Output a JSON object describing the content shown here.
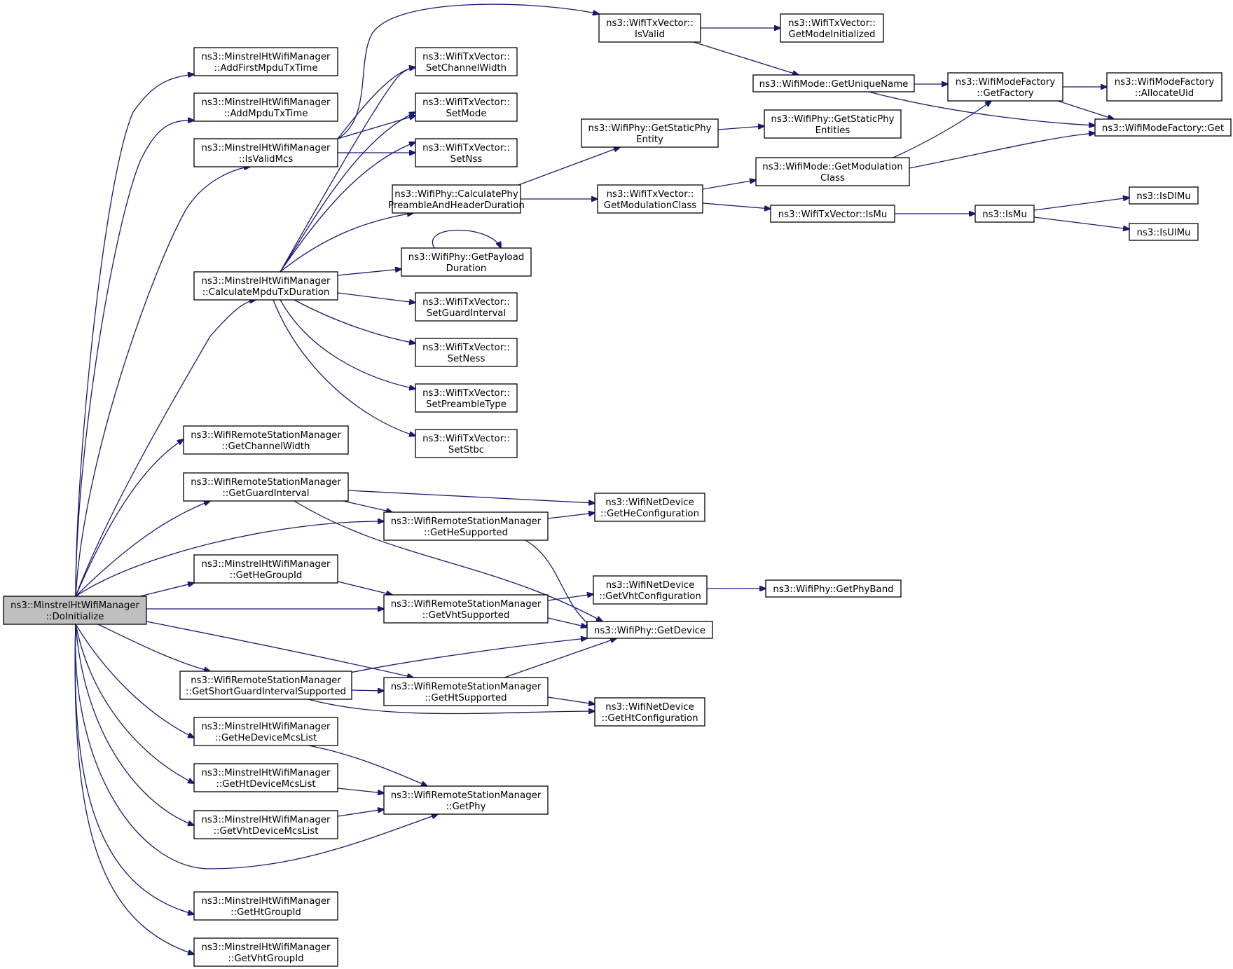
{
  "graph": {
    "nodes": [
      {
        "id": "doinit",
        "lines": [
          "ns3::MinstrelHtWifiManager",
          "::DoInitialize"
        ],
        "root": true
      },
      {
        "id": "addfirst",
        "lines": [
          "ns3::MinstrelHtWifiManager",
          "::AddFirstMpduTxTime"
        ]
      },
      {
        "id": "addmpdu",
        "lines": [
          "ns3::MinstrelHtWifiManager",
          "::AddMpduTxTime"
        ]
      },
      {
        "id": "isvalidmcs",
        "lines": [
          "ns3::MinstrelHtWifiManager",
          "::IsValidMcs"
        ]
      },
      {
        "id": "calcmpdu",
        "lines": [
          "ns3::MinstrelHtWifiManager",
          "::CalculateMpduTxDuration"
        ]
      },
      {
        "id": "getchw",
        "lines": [
          "ns3::WifiRemoteStationManager",
          "::GetChannelWidth"
        ]
      },
      {
        "id": "getgi",
        "lines": [
          "ns3::WifiRemoteStationManager",
          "::GetGuardInterval"
        ]
      },
      {
        "id": "gethesup",
        "lines": [
          "ns3::WifiRemoteStationManager",
          "::GetHeSupported"
        ]
      },
      {
        "id": "gethegroup",
        "lines": [
          "ns3::MinstrelHtWifiManager",
          "::GetHeGroupId"
        ]
      },
      {
        "id": "getvhtsup",
        "lines": [
          "ns3::WifiRemoteStationManager",
          "::GetVhtSupported"
        ]
      },
      {
        "id": "getsgi",
        "lines": [
          "ns3::WifiRemoteStationManager",
          "::GetShortGuardIntervalSupported"
        ]
      },
      {
        "id": "gethtsup",
        "lines": [
          "ns3::WifiRemoteStationManager",
          "::GetHtSupported"
        ]
      },
      {
        "id": "gethemcs",
        "lines": [
          "ns3::MinstrelHtWifiManager",
          "::GetHeDeviceMcsList"
        ]
      },
      {
        "id": "gethtmcs",
        "lines": [
          "ns3::MinstrelHtWifiManager",
          "::GetHtDeviceMcsList"
        ]
      },
      {
        "id": "getvhtmcs",
        "lines": [
          "ns3::MinstrelHtWifiManager",
          "::GetVhtDeviceMcsList"
        ]
      },
      {
        "id": "getphy",
        "lines": [
          "ns3::WifiRemoteStationManager",
          "::GetPhy"
        ]
      },
      {
        "id": "gethtgroup",
        "lines": [
          "ns3::MinstrelHtWifiManager",
          "::GetHtGroupId"
        ]
      },
      {
        "id": "getvhtgroup",
        "lines": [
          "ns3::MinstrelHtWifiManager",
          "::GetVhtGroupId"
        ]
      },
      {
        "id": "setchw",
        "lines": [
          "ns3::WifiTxVector::",
          "SetChannelWidth"
        ]
      },
      {
        "id": "setmode",
        "lines": [
          "ns3::WifiTxVector::",
          "SetMode"
        ]
      },
      {
        "id": "setnss",
        "lines": [
          "ns3::WifiTxVector::",
          "SetNss"
        ]
      },
      {
        "id": "calcpre",
        "lines": [
          "ns3::WifiPhy::CalculatePhy",
          "PreambleAndHeaderDuration"
        ]
      },
      {
        "id": "getpayload",
        "lines": [
          "ns3::WifiPhy::GetPayload",
          "Duration"
        ]
      },
      {
        "id": "setgi",
        "lines": [
          "ns3::WifiTxVector::",
          "SetGuardInterval"
        ]
      },
      {
        "id": "setness",
        "lines": [
          "ns3::WifiTxVector::",
          "SetNess"
        ]
      },
      {
        "id": "setpre",
        "lines": [
          "ns3::WifiTxVector::",
          "SetPreambleType"
        ]
      },
      {
        "id": "setstbc",
        "lines": [
          "ns3::WifiTxVector::",
          "SetStbc"
        ]
      },
      {
        "id": "isvalid",
        "lines": [
          "ns3::WifiTxVector::",
          "IsValid"
        ]
      },
      {
        "id": "getmodeinit",
        "lines": [
          "ns3::WifiTxVector::",
          "GetModeInitialized"
        ]
      },
      {
        "id": "getuniq",
        "lines": [
          "ns3::WifiMode::GetUniqueName"
        ]
      },
      {
        "id": "getfactory",
        "lines": [
          "ns3::WifiModeFactory",
          "::GetFactory"
        ]
      },
      {
        "id": "allocuid",
        "lines": [
          "ns3::WifiModeFactory",
          "::AllocateUid"
        ]
      },
      {
        "id": "mfget",
        "lines": [
          "ns3::WifiModeFactory::Get"
        ]
      },
      {
        "id": "getstatic",
        "lines": [
          "ns3::WifiPhy::GetStaticPhy",
          "Entity"
        ]
      },
      {
        "id": "getstatics",
        "lines": [
          "ns3::WifiPhy::GetStaticPhy",
          "Entities"
        ]
      },
      {
        "id": "getmodclass",
        "lines": [
          "ns3::WifiTxVector::",
          "GetModulationClass"
        ]
      },
      {
        "id": "modegetmod",
        "lines": [
          "ns3::WifiMode::GetModulation",
          "Class"
        ]
      },
      {
        "id": "txismu",
        "lines": [
          "ns3::WifiTxVector::IsMu"
        ]
      },
      {
        "id": "ismu",
        "lines": [
          "ns3::IsMu"
        ]
      },
      {
        "id": "isdlmu",
        "lines": [
          "ns3::IsDlMu"
        ]
      },
      {
        "id": "isulmu",
        "lines": [
          "ns3::IsUlMu"
        ]
      },
      {
        "id": "gethecfg",
        "lines": [
          "ns3::WifiNetDevice",
          "::GetHeConfiguration"
        ]
      },
      {
        "id": "getvhtcfg",
        "lines": [
          "ns3::WifiNetDevice",
          "::GetVhtConfiguration"
        ]
      },
      {
        "id": "getphyband",
        "lines": [
          "ns3::WifiPhy::GetPhyBand"
        ]
      },
      {
        "id": "getdevice",
        "lines": [
          "ns3::WifiPhy::GetDevice"
        ]
      },
      {
        "id": "gethtcfg",
        "lines": [
          "ns3::WifiNetDevice",
          "::GetHtConfiguration"
        ]
      }
    ]
  }
}
